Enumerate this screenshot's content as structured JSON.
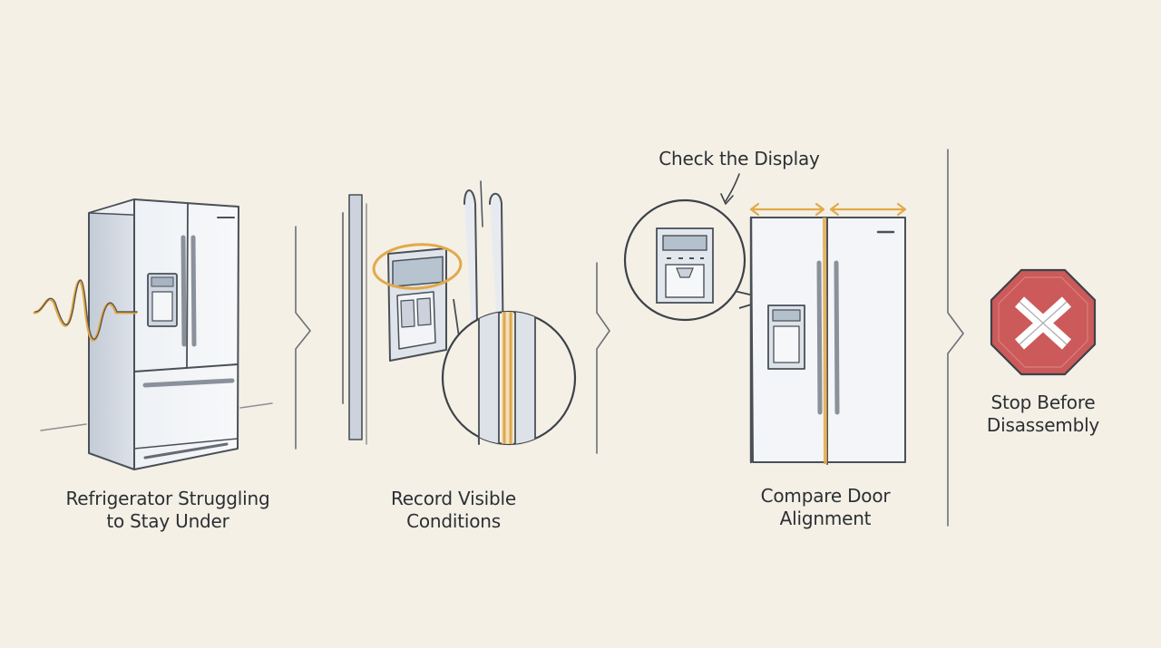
{
  "steps": [
    {
      "label_line1": "Refrigerator Struggling",
      "label_line2": "to Stay Under"
    },
    {
      "label_line1": "Record Visible",
      "label_line2": "Conditions"
    },
    {
      "label_line1": "Check the Display",
      "label_line2": ""
    },
    {
      "label_line1": "Compare Door",
      "label_line2": "Alignment"
    },
    {
      "label_line1": "Stop Before",
      "label_line2": "Disassembly"
    }
  ],
  "colors": {
    "background": "#f4f0e6",
    "ink": "#4a5058",
    "fridge_fill": "#e4e8ee",
    "fridge_shade": "#c9d0da",
    "accent_orange": "#e2a94a",
    "stop_red": "#cc5a5a",
    "text": "#2c2f33"
  },
  "icons": {
    "vibration": "wave-icon",
    "zoom": "magnifier-circle-icon",
    "stop": "stop-sign-icon",
    "separator": "chevron-divider-icon"
  }
}
